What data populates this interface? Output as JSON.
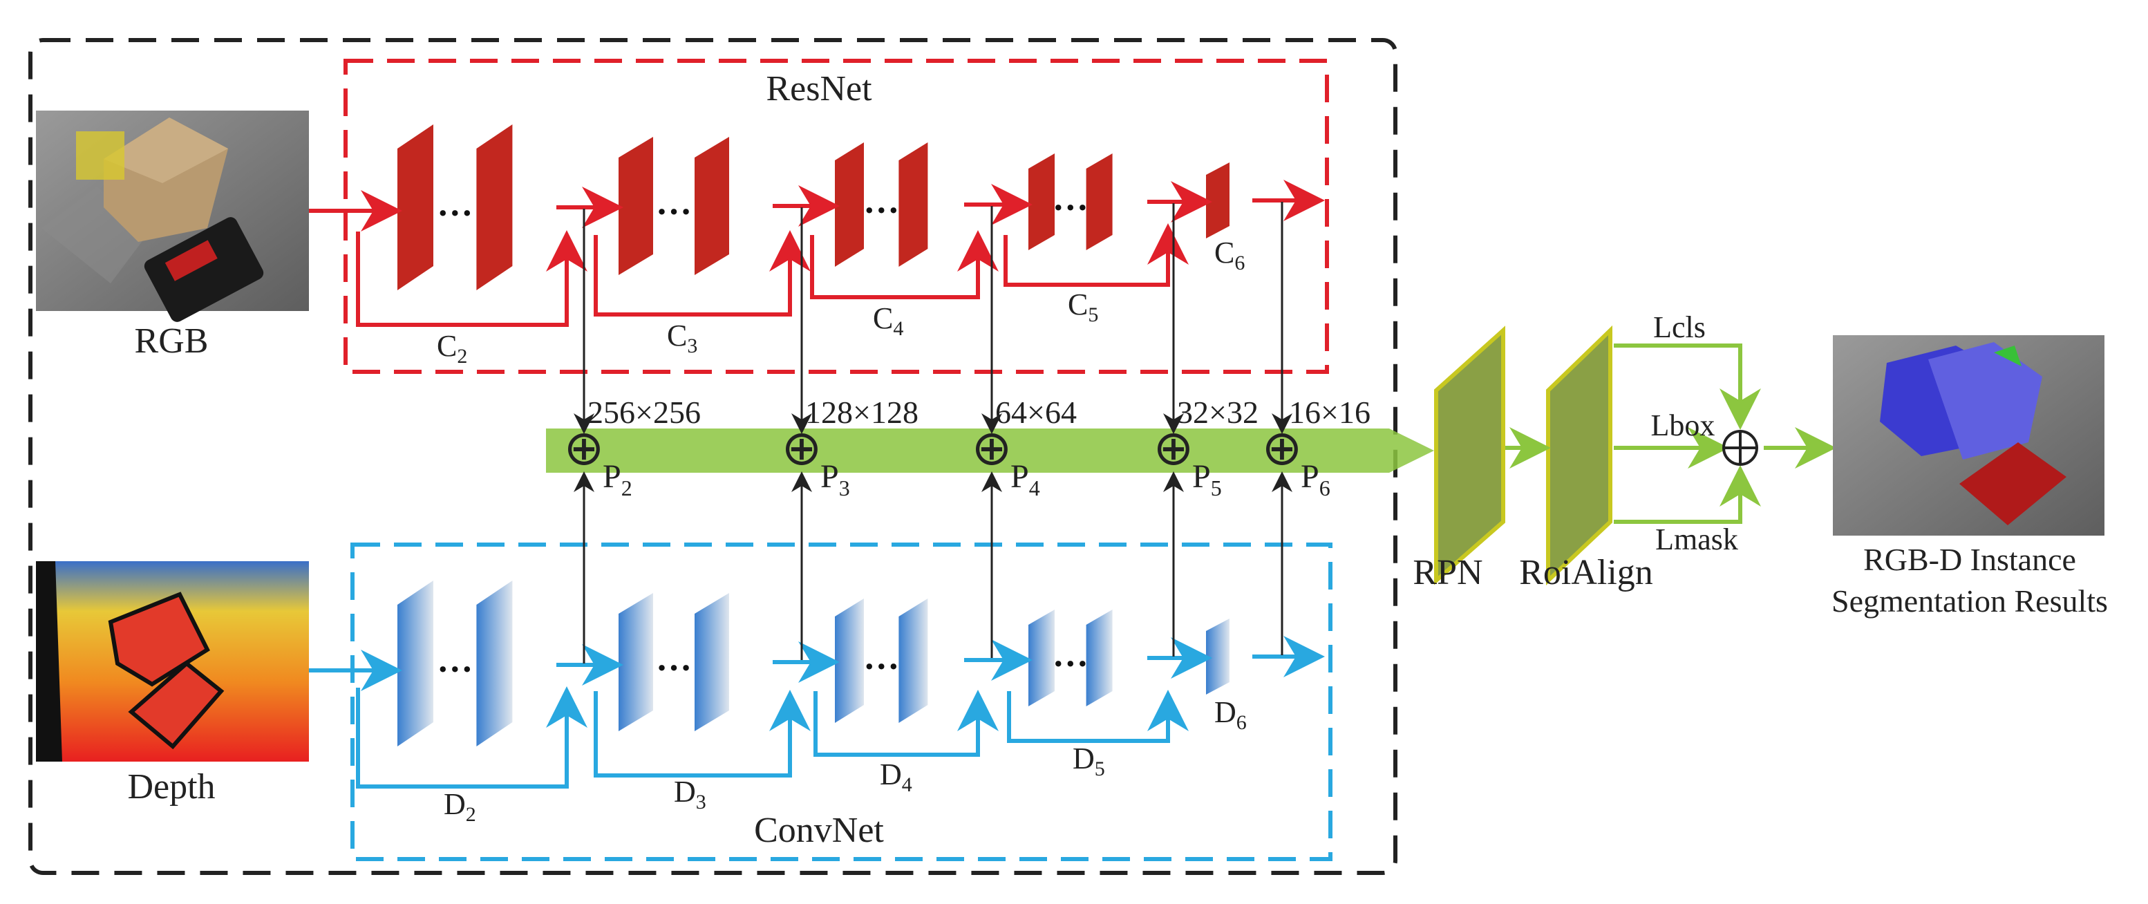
{
  "titles": {
    "resnet": "ResNet",
    "convnet": "ConvNet"
  },
  "inputs": {
    "rgb": "RGB",
    "depth": "Depth"
  },
  "ellipsis": "…",
  "resnet_stages": [
    {
      "base": "C",
      "sub": "2"
    },
    {
      "base": "C",
      "sub": "3"
    },
    {
      "base": "C",
      "sub": "4"
    },
    {
      "base": "C",
      "sub": "5"
    },
    {
      "base": "C",
      "sub": "6"
    }
  ],
  "convnet_stages": [
    {
      "base": "D",
      "sub": "2"
    },
    {
      "base": "D",
      "sub": "3"
    },
    {
      "base": "D",
      "sub": "4"
    },
    {
      "base": "D",
      "sub": "5"
    },
    {
      "base": "D",
      "sub": "6"
    }
  ],
  "pyramid": [
    {
      "base": "P",
      "sub": "2",
      "size": "256×256"
    },
    {
      "base": "P",
      "sub": "3",
      "size": "128×128"
    },
    {
      "base": "P",
      "sub": "4",
      "size": "64×64"
    },
    {
      "base": "P",
      "sub": "5",
      "size": "32×32"
    },
    {
      "base": "P",
      "sub": "6",
      "size": "16×16"
    }
  ],
  "fusion_symbol": "⊕",
  "heads": {
    "rpn": "RPN",
    "roialign": "RoiAlign",
    "lcls": "Lcls",
    "lbox": "Lbox",
    "lmask": "Lmask"
  },
  "output": {
    "line1": "RGB-D Instance",
    "line2": "Segmentation Results"
  },
  "colors": {
    "resnet": "#e0202a",
    "convnet": "#29a8e0",
    "fusion": "#8cc63f",
    "outer_border": "#222222",
    "red_block": "#c2271f",
    "blue_block": "#3a7fcf",
    "head_block": "#8aa045",
    "head_edge": "#c8c820"
  }
}
